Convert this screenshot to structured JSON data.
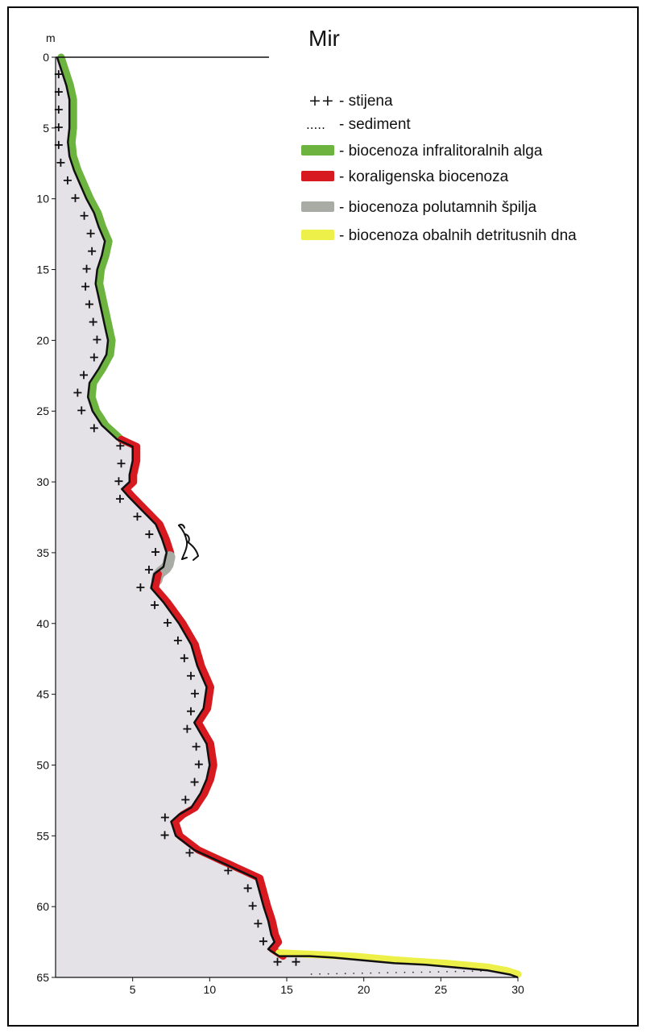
{
  "title": "Mir",
  "chart_data": {
    "type": "area",
    "title": "Mir",
    "xlabel": "",
    "ylabel": "m",
    "xlim": [
      0,
      30
    ],
    "ylim": [
      0,
      65
    ],
    "y_inverted": true,
    "x_ticks": [
      "5",
      "10",
      "15",
      "20",
      "25",
      "30"
    ],
    "y_ticks": [
      "0",
      "5",
      "10",
      "15",
      "20",
      "25",
      "30",
      "35",
      "40",
      "45",
      "50",
      "55",
      "60",
      "65"
    ],
    "profile": {
      "x": [
        0.1,
        0.4,
        0.7,
        0.9,
        0.9,
        0.9,
        0.8,
        0.9,
        1.2,
        1.6,
        2.0,
        2.5,
        2.8,
        3.2,
        3.0,
        2.7,
        2.6,
        2.8,
        3.0,
        3.2,
        3.4,
        3.3,
        2.8,
        2.2,
        2.1,
        2.4,
        3.0,
        4.0,
        5.0,
        5.0,
        4.8,
        4.8,
        4.3,
        4.7,
        5.6,
        6.5,
        6.9,
        7.2,
        7.0,
        6.4,
        6.2,
        7.0,
        8.0,
        8.8,
        9.2,
        9.8,
        9.6,
        9.0,
        9.8,
        10.0,
        9.8,
        9.4,
        8.8,
        8.0,
        7.5,
        7.8,
        9.0,
        11.0,
        13.0,
        13.5,
        13.8,
        14.0,
        14.2,
        13.8,
        14.5,
        16.0,
        16.5,
        18.0,
        20.0,
        22.0,
        24.0,
        26.0,
        28.0,
        29.5,
        30.0
      ],
      "y": [
        0,
        1,
        2,
        3,
        4,
        5,
        6,
        7,
        8,
        9,
        10,
        11,
        12,
        13,
        14,
        15,
        16,
        17,
        18,
        19,
        20,
        21,
        22,
        23,
        24,
        25,
        26,
        27,
        27.5,
        28.5,
        29.5,
        30,
        30.5,
        31,
        32,
        33,
        34,
        35,
        36,
        36.5,
        37.5,
        38.5,
        40,
        41.5,
        43,
        44.5,
        46,
        47,
        48.5,
        50,
        51,
        52,
        53,
        53.5,
        54,
        55,
        56,
        57,
        58,
        60,
        61,
        62,
        62.5,
        63,
        63.5,
        63.5,
        63.5,
        63.6,
        63.8,
        64,
        64.1,
        64.3,
        64.5,
        64.8,
        65
      ]
    },
    "zones": [
      {
        "name": "biocenoza infralitoralnih alga",
        "color": "#6db33f",
        "from": 0,
        "to": 27
      },
      {
        "name": "koraligenska biocenoza",
        "color": "#d71920",
        "from": 27,
        "to": 36
      },
      {
        "name": "biocenoza polutamnih špilja",
        "color": "#a9aca4",
        "from": 35.3,
        "to": 36.9
      },
      {
        "name": "koraligenska biocenoza",
        "color": "#d71920",
        "from": 36.5,
        "to": 63.5
      },
      {
        "name": "biocenoza obalnih detritusnih dna",
        "color": "#eef04a",
        "from": 63.5,
        "to": 65
      }
    ]
  },
  "legend": [
    {
      "symbol": "++",
      "label": "- stijena"
    },
    {
      "symbol": ".....",
      "label": "- sediment"
    },
    {
      "swatch": "#6db33f",
      "label": "- biocenoza infralitoralnih alga"
    },
    {
      "swatch": "#d71920",
      "label": "- koraligenska biocenoza"
    },
    {
      "swatch": "#a9aca4",
      "label": "- biocenoza polutamnih špilja"
    },
    {
      "swatch": "#eef04a",
      "label": "- biocenoza obalnih detritusnih dna"
    }
  ],
  "colors": {
    "rock_fill": "#e4e2e7",
    "profile_line": "#111111"
  }
}
